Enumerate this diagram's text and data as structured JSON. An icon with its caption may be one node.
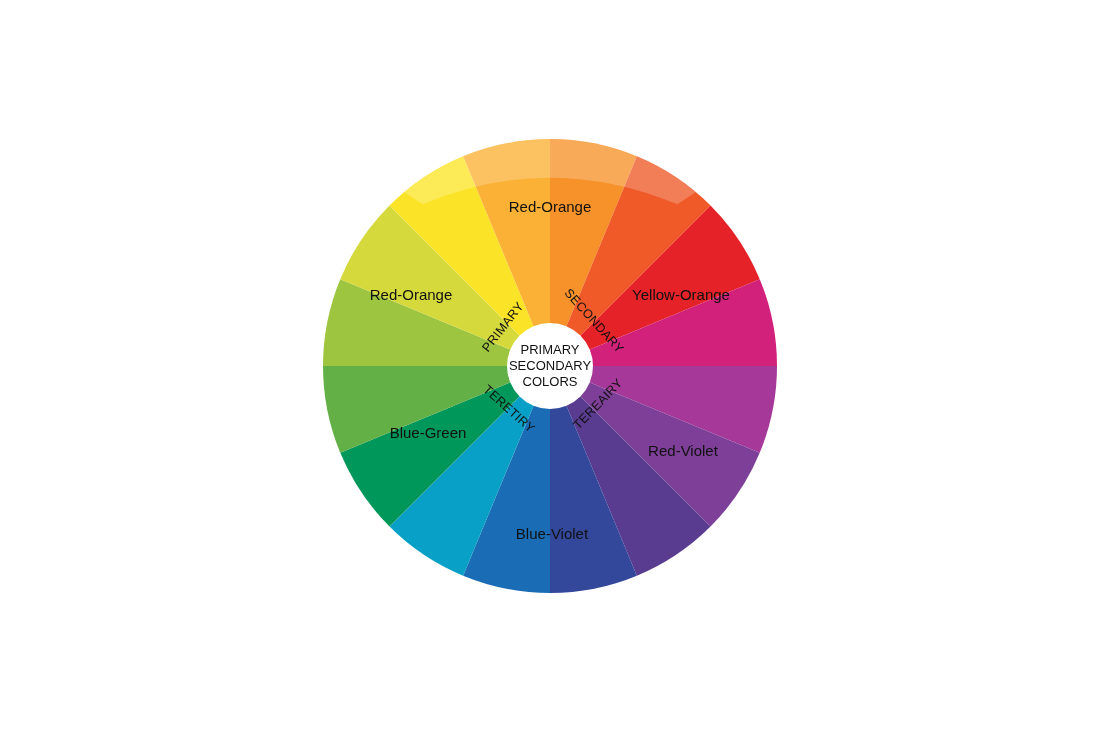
{
  "diagram": {
    "nodes": [
      {
        "text": [
          "PRIMARY SECONDARY COLORS"
        ]
      }
    ],
    "labels": [
      "Red-Orange",
      "Red-Orange",
      "Yellow-Orange",
      "PRIMARY",
      "SECONDARY",
      "TERETIRY",
      "TEREAIRY",
      "Blue-Green",
      "Red-Violet",
      "Blue-Violet"
    ]
  }
}
